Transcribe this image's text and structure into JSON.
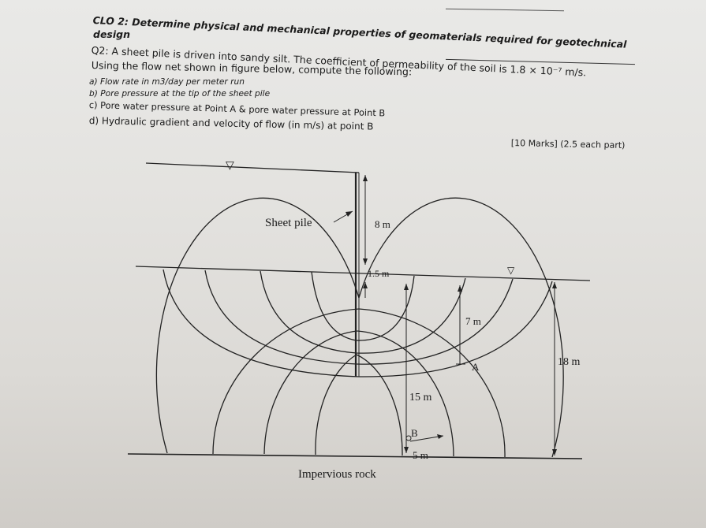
{
  "header": {
    "clo_line1": "CLO 2: Determine physical and mechanical properties of geomaterials required for geotechnical",
    "clo_line2": "design"
  },
  "question": {
    "line1": "Q2: A sheet pile is driven into sandy silt. The coefficient of permeability of the soil is 1.8 × 10⁻⁷ m/s.",
    "line2": "Using the flow net shown in figure below, compute the following:",
    "parts": [
      "a) Flow rate in m3/day per meter run",
      "b) Pore pressure at the tip of the sheet pile",
      "c) Pore water pressure at Point A & pore water pressure at Point B",
      "d) Hydraulic gradient and velocity of flow (in m/s) at point B"
    ],
    "marks": "[10 Marks] (2.5 each part)"
  },
  "figure": {
    "sheet_pile_label": "Sheet pile",
    "dim_8m": "8 m",
    "dim_1_5m": "1.5 m",
    "dim_7m": "7 m",
    "dim_18m": "18 m",
    "dim_15m": "15 m",
    "point_a": "A",
    "point_b": "B",
    "dim_5m": "5 m",
    "impervious": "Impervious rock",
    "water_symbol": "▽"
  },
  "colors": {
    "ink": "#1b1b1b",
    "paper": "#e6e5e2"
  }
}
